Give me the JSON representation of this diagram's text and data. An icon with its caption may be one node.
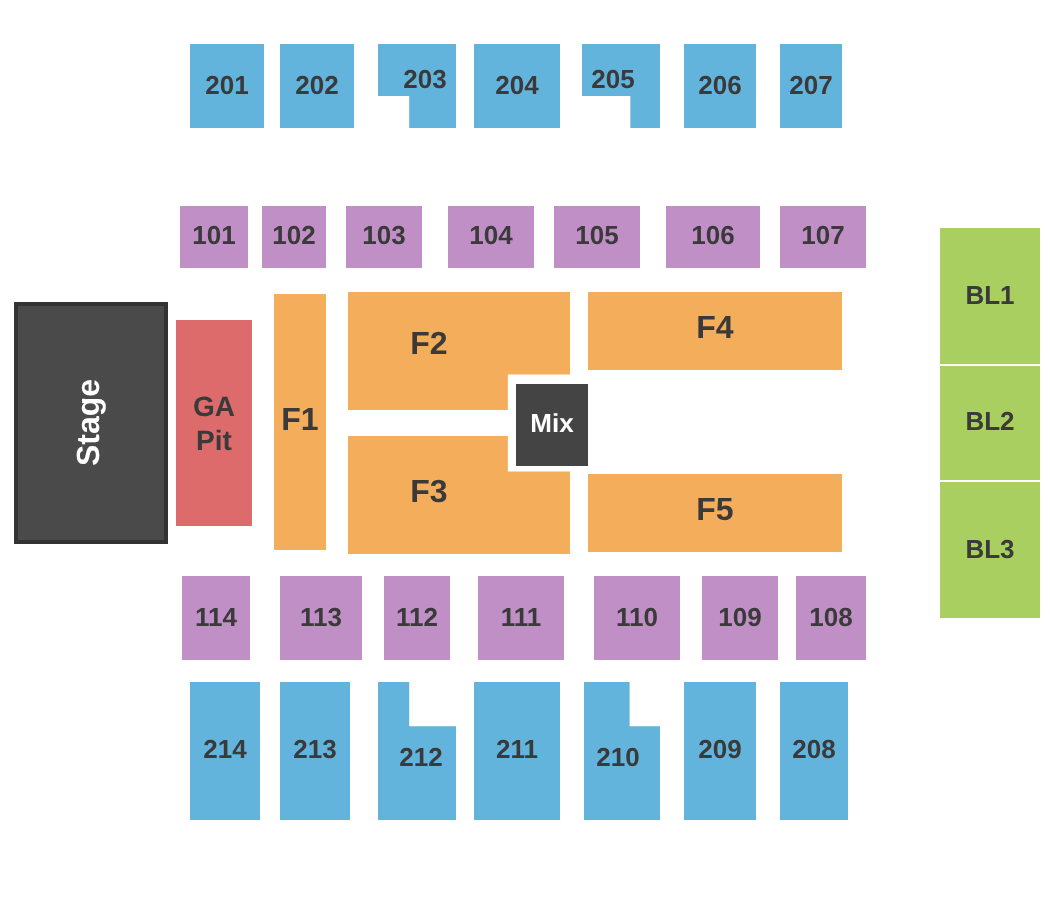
{
  "diagram": {
    "nodes": [
      {
        "text": [
          "201"
        ]
      },
      {
        "text": [
          "202"
        ]
      },
      {
        "text": [
          "203"
        ]
      },
      {
        "text": [
          "204"
        ]
      },
      {
        "text": [
          "205"
        ]
      },
      {
        "text": [
          "206"
        ]
      },
      {
        "text": [
          "207"
        ]
      },
      {
        "text": [
          "101"
        ]
      },
      {
        "text": [
          "102"
        ]
      },
      {
        "text": [
          "103"
        ]
      },
      {
        "text": [
          "104"
        ]
      },
      {
        "text": [
          "105"
        ]
      },
      {
        "text": [
          "106"
        ]
      },
      {
        "text": [
          "107"
        ]
      },
      {
        "text": [
          "BL1"
        ]
      },
      {
        "text": [
          "Stage"
        ]
      },
      {
        "text": [
          "GA Pit"
        ]
      },
      {
        "text": [
          "F1"
        ]
      },
      {
        "text": [
          "F2"
        ]
      },
      {
        "text": [
          "F4"
        ]
      },
      {
        "text": [
          "Mix"
        ]
      },
      {
        "text": [
          "BL2"
        ]
      },
      {
        "text": [
          "F3"
        ]
      },
      {
        "text": [
          "F5"
        ]
      },
      {
        "text": [
          "BL3"
        ]
      },
      {
        "text": [
          "114"
        ]
      },
      {
        "text": [
          "113"
        ]
      },
      {
        "text": [
          "112"
        ]
      },
      {
        "text": [
          "111"
        ]
      },
      {
        "text": [
          "110"
        ]
      },
      {
        "text": [
          "109"
        ]
      },
      {
        "text": [
          "108"
        ]
      },
      {
        "text": [
          "214"
        ]
      },
      {
        "text": [
          "213"
        ]
      },
      {
        "text": [
          "212"
        ]
      },
      {
        "text": [
          "211"
        ]
      },
      {
        "text": [
          "210"
        ]
      },
      {
        "text": [
          "209"
        ]
      },
      {
        "text": [
          "208"
        ]
      }
    ]
  }
}
